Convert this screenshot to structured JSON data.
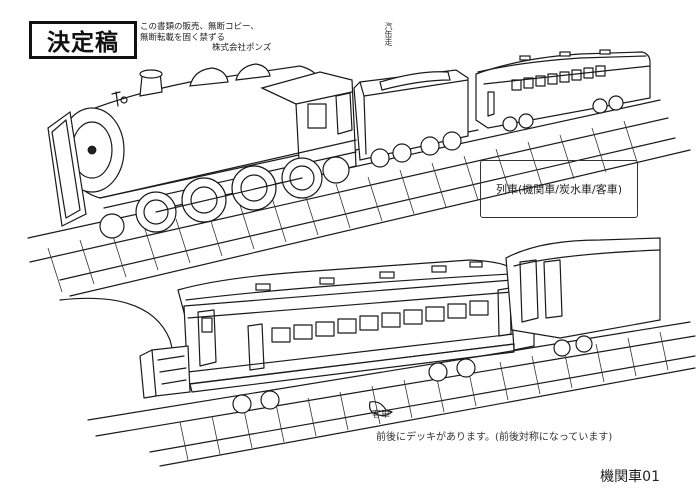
{
  "stamp": {
    "label": "決定稿"
  },
  "notice": {
    "line1": "この書類の販売、無断コピー、",
    "line2": "無断転載を固く禁ずる",
    "line3": "株式会社ポンズ"
  },
  "annotations": {
    "top_note": "汽缶走",
    "caption": "列車(機関車/炭水車/客車)",
    "coach_tag": "客車",
    "bottom_note": "前後にデッキがあります。(前後対称になっています)"
  },
  "sheet_label": "機関車01"
}
